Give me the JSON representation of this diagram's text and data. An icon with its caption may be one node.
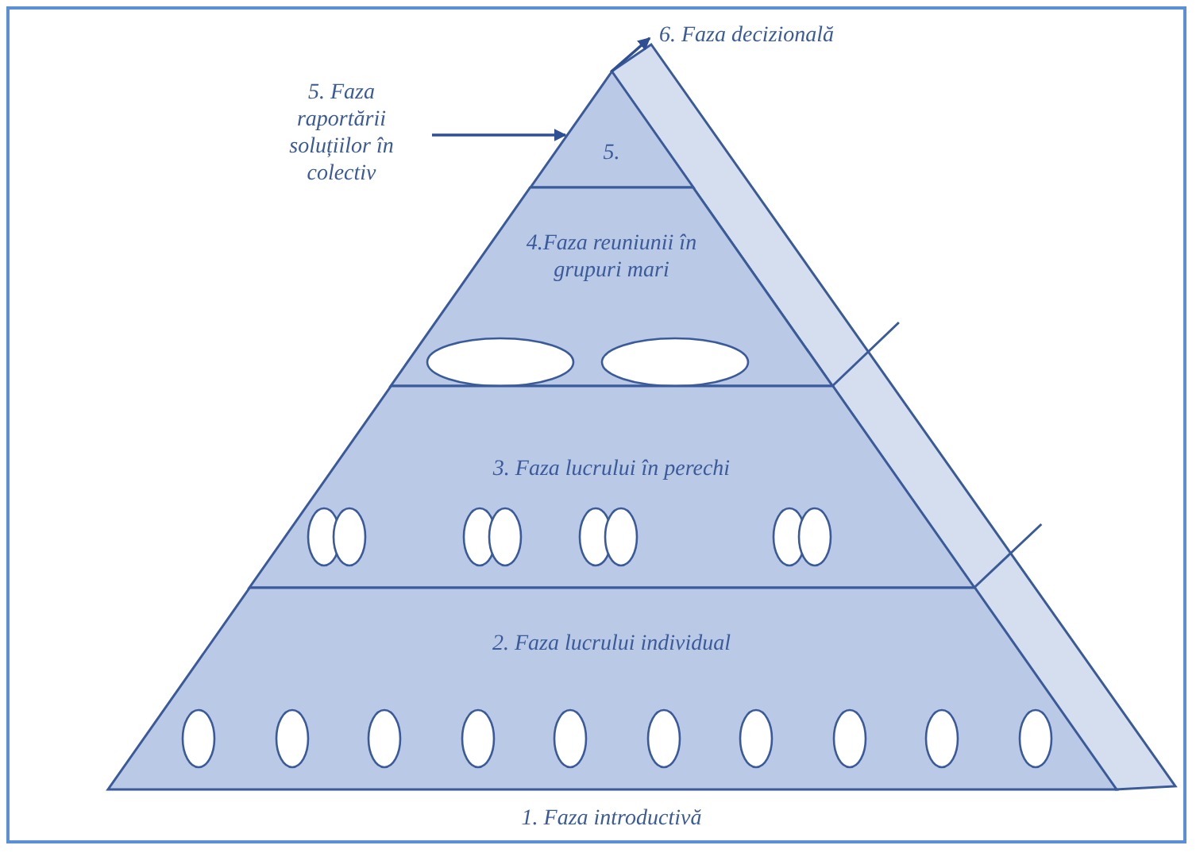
{
  "diagram": {
    "nodes": [
      {
        "text": [
          "6. Faza decizională"
        ]
      },
      {
        "text": [
          "5. Faza raportării soluțiilor în colectiv"
        ]
      },
      {
        "text": [
          "5."
        ]
      },
      {
        "text": [
          "4.Faza reuniunii în grupuri mari"
        ]
      },
      {
        "text": [
          "3. Faza lucrului în perechi"
        ]
      },
      {
        "text": [
          "2. Faza lucrului individual"
        ]
      },
      {
        "text": [],
        "shape": "ellipse",
        "in": 3
      },
      {
        "text": [],
        "shape": "ellipse",
        "in": 3
      },
      {
        "text": [],
        "shape": "ellipse",
        "in": 4
      },
      {
        "text": [],
        "shape": "ellipse",
        "in": 4
      },
      {
        "text": [],
        "shape": "ellipse",
        "in": 4
      },
      {
        "text": [],
        "shape": "ellipse",
        "in": 4
      },
      {
        "text": [],
        "shape": "ellipse",
        "in": 4
      },
      {
        "text": [],
        "shape": "ellipse",
        "in": 4
      },
      {
        "text": [],
        "shape": "ellipse",
        "in": 4
      },
      {
        "text": [],
        "shape": "ellipse",
        "in": 4
      },
      {
        "text": [],
        "shape": "ellipse",
        "in": 5
      },
      {
        "text": [],
        "shape": "ellipse",
        "in": 5
      },
      {
        "text": [],
        "shape": "ellipse",
        "in": 5
      },
      {
        "text": [],
        "shape": "ellipse",
        "in": 5
      },
      {
        "text": [],
        "shape": "ellipse",
        "in": 5
      },
      {
        "text": [],
        "shape": "ellipse",
        "in": 5
      },
      {
        "text": [],
        "shape": "ellipse",
        "in": 5
      },
      {
        "text": [],
        "shape": "ellipse",
        "in": 5
      },
      {
        "text": [],
        "shape": "ellipse",
        "in": 5
      },
      {
        "text": [],
        "shape": "ellipse",
        "in": 5
      }
    ],
    "edges": [
      {
        "from": 1,
        "to": 2,
        "arrow": "to"
      },
      {
        "from": 2,
        "to": 0,
        "arrow": "to"
      }
    ],
    "labels": [
      "1. Faza introductivă"
    ]
  }
}
